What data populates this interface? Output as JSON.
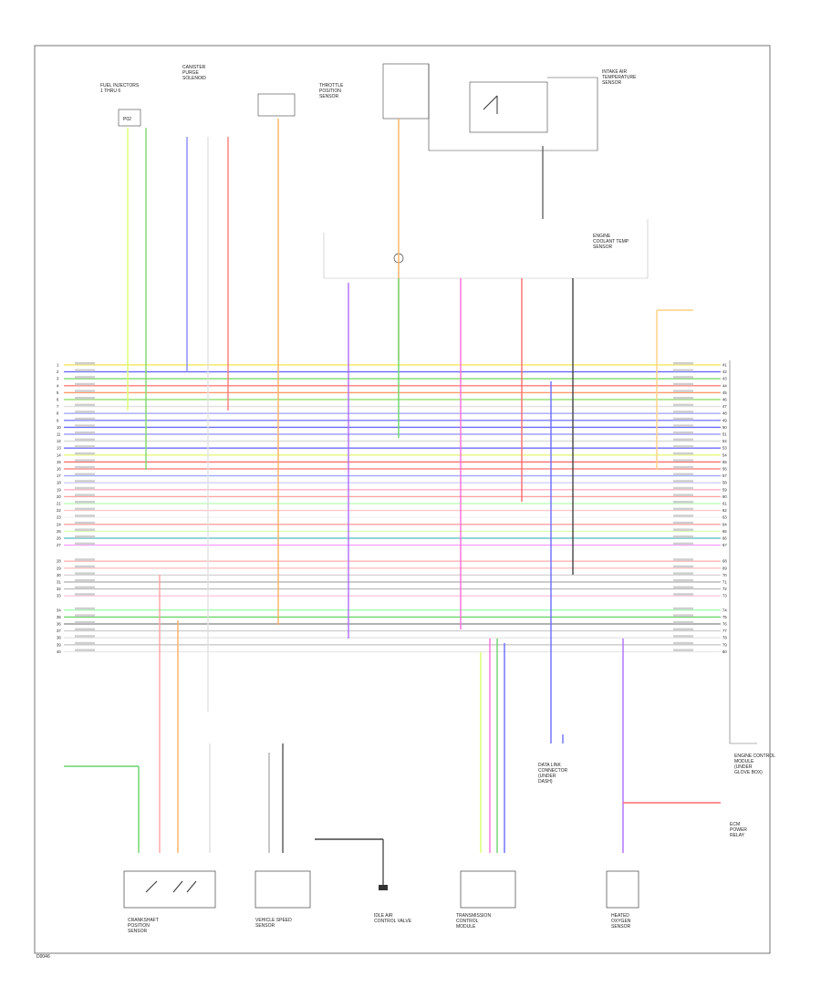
{
  "diagram": {
    "page_code": "D0046",
    "module": {
      "label": [
        "ENGINE CONTROL",
        "MODULE",
        "(UNDER",
        "GLOVE BOX)"
      ]
    },
    "connectors": [
      {
        "id": "C1",
        "label": [
          "DATA LINK",
          "CONNECTOR",
          "(UNDER",
          "DASH)"
        ]
      },
      {
        "id": "C2",
        "label": [
          "ECM",
          "POWER",
          "RELAY"
        ]
      }
    ],
    "components": [
      {
        "id": "fuel_injectors",
        "label": [
          "FUEL INJECTORS",
          "1 THRU 6"
        ]
      },
      {
        "id": "canister_purge",
        "label": [
          "CANISTER",
          "PURGE",
          "SOLENOID"
        ]
      },
      {
        "id": "tps",
        "label": [
          "THROTTLE",
          "POSITION",
          "SENSOR"
        ]
      },
      {
        "id": "iat",
        "label": [
          "INTAKE AIR",
          "TEMPERATURE",
          "SENSOR"
        ]
      },
      {
        "id": "ect",
        "label": [
          "ENGINE",
          "COOLANT TEMP",
          "SENSOR"
        ]
      },
      {
        "id": "ckp",
        "label": [
          "CRANKSHAFT",
          "POSITION",
          "SENSOR"
        ]
      },
      {
        "id": "vss",
        "label": [
          "VEHICLE SPEED",
          "SENSOR"
        ]
      },
      {
        "id": "tcm",
        "label": [
          "TRANSMISSION",
          "CONTROL",
          "MODULE"
        ]
      },
      {
        "id": "o2",
        "label": [
          "HEATED",
          "OXYGEN",
          "SENSOR"
        ]
      },
      {
        "id": "idle_air",
        "label": [
          "IDLE AIR",
          "CONTROL VALVE"
        ]
      }
    ],
    "pin_labels_left": [
      "1",
      "2",
      "3",
      "4",
      "5",
      "6",
      "7",
      "8",
      "9",
      "10",
      "11",
      "12",
      "13",
      "14",
      "15",
      "16",
      "17",
      "18",
      "19",
      "20",
      "21",
      "22",
      "23",
      "24",
      "25",
      "26",
      "27",
      "28",
      "29",
      "30",
      "31",
      "32",
      "33",
      "34",
      "35",
      "36",
      "37",
      "38",
      "39",
      "40"
    ],
    "pin_labels_right": [
      "41",
      "42",
      "43",
      "44",
      "45",
      "46",
      "47",
      "48",
      "49",
      "50",
      "51",
      "52",
      "53",
      "54",
      "55",
      "56",
      "57",
      "58",
      "59",
      "60",
      "61",
      "62",
      "63",
      "64",
      "65",
      "66",
      "67",
      "68",
      "69",
      "70",
      "71",
      "72",
      "73",
      "74",
      "75",
      "76",
      "77",
      "78",
      "79",
      "80"
    ]
  }
}
